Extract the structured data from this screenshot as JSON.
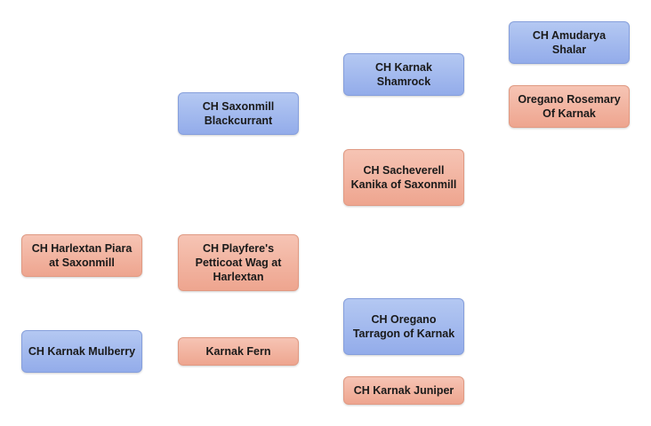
{
  "pedigree": {
    "gen1": [
      {
        "name": "CH Harlextan Piara at Saxonmill",
        "sex": "female"
      },
      {
        "name": "CH Karnak Mulberry",
        "sex": "male"
      }
    ],
    "gen2": [
      {
        "name": "CH Saxonmill Blackcurrant",
        "sex": "male"
      },
      {
        "name": "CH Playfere's Petticoat Wag at Harlextan",
        "sex": "female"
      },
      {
        "name": "Karnak Fern",
        "sex": "female"
      }
    ],
    "gen3": [
      {
        "name": "CH Karnak Shamrock",
        "sex": "male"
      },
      {
        "name": "CH Sacheverell Kanika of Saxonmill",
        "sex": "female"
      },
      {
        "name": "CH Oregano Tarragon of Karnak",
        "sex": "male"
      },
      {
        "name": "CH Karnak Juniper",
        "sex": "female"
      }
    ],
    "gen4": [
      {
        "name": "CH Amudarya Shalar",
        "sex": "male"
      },
      {
        "name": "Oregano Rosemary Of Karnak",
        "sex": "female"
      }
    ]
  },
  "colors": {
    "male": "#9fb6ee",
    "female": "#f2b29f"
  }
}
